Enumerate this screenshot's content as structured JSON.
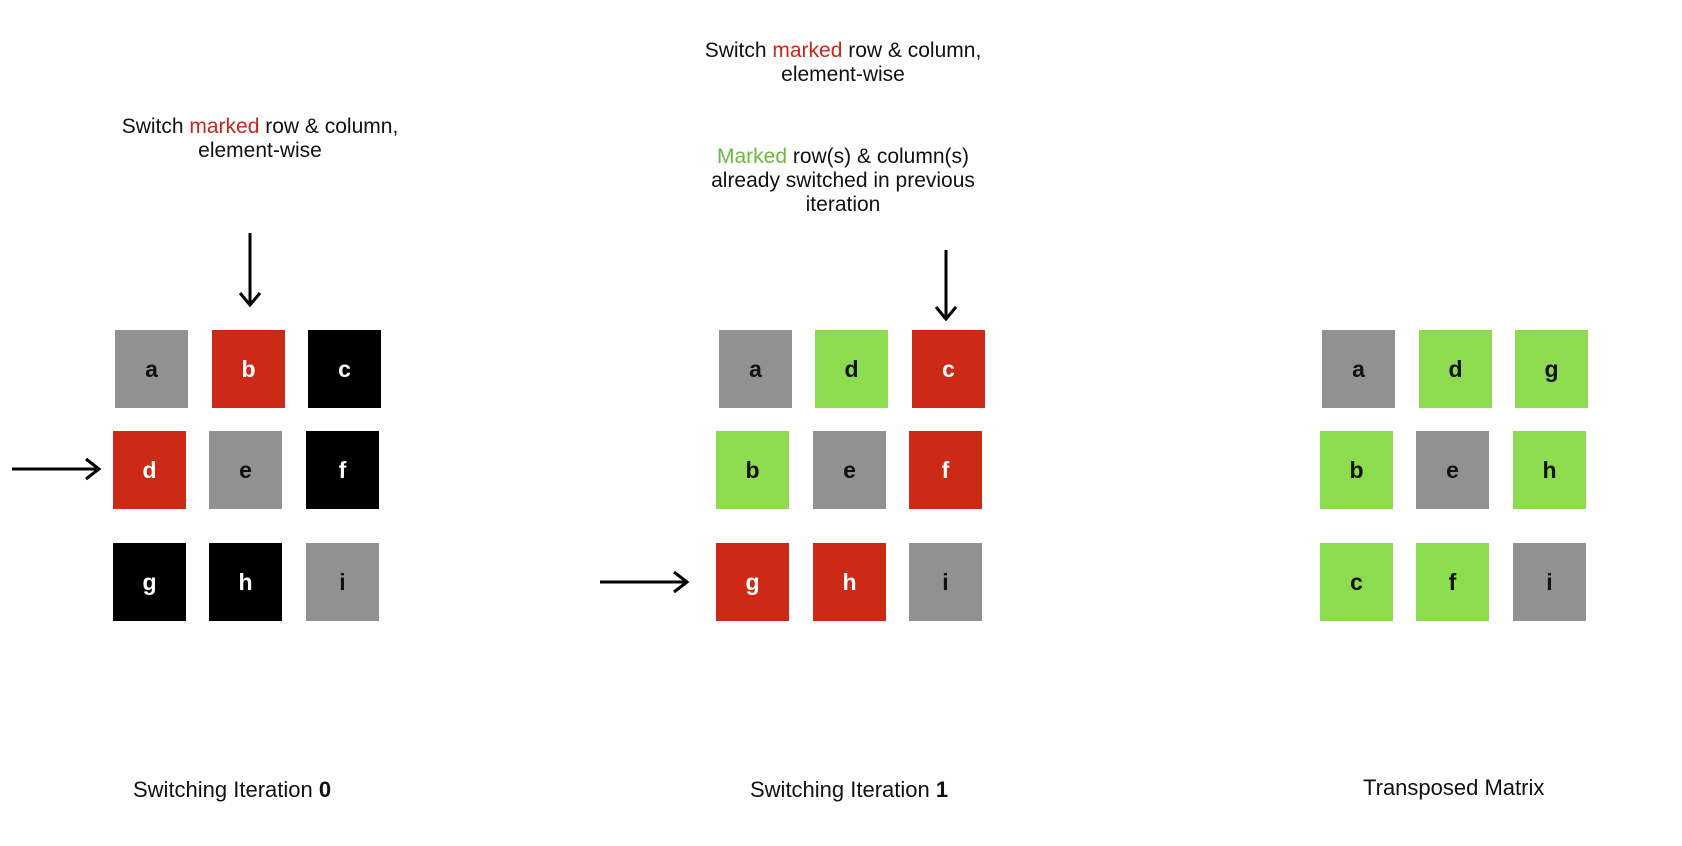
{
  "notes": {
    "switch": {
      "prefix": "Switch ",
      "highlight": "marked",
      "suffix": " row & column,",
      "line2": "element-wise"
    },
    "already": {
      "highlight": "Marked",
      "suffix": " row(s) & column(s)",
      "line2": "already switched in previous",
      "line3": "iteration"
    }
  },
  "colors": {
    "gray": "#919191",
    "red": "#cc2916",
    "black": "#000000",
    "green": "#8ddb4f",
    "red_text": "#c8281a",
    "green_text": "#6cb83a"
  },
  "panels": [
    {
      "caption_text": "Switching Iteration ",
      "caption_bold": "0",
      "cells": [
        {
          "label": "a",
          "color": "gray"
        },
        {
          "label": "b",
          "color": "red"
        },
        {
          "label": "c",
          "color": "black"
        },
        {
          "label": "d",
          "color": "red"
        },
        {
          "label": "e",
          "color": "gray"
        },
        {
          "label": "f",
          "color": "black"
        },
        {
          "label": "g",
          "color": "black"
        },
        {
          "label": "h",
          "color": "black"
        },
        {
          "label": "i",
          "color": "gray"
        }
      ]
    },
    {
      "caption_text": "Switching Iteration ",
      "caption_bold": "1",
      "cells": [
        {
          "label": "a",
          "color": "gray"
        },
        {
          "label": "d",
          "color": "green"
        },
        {
          "label": "c",
          "color": "red"
        },
        {
          "label": "b",
          "color": "green"
        },
        {
          "label": "e",
          "color": "gray"
        },
        {
          "label": "f",
          "color": "red"
        },
        {
          "label": "g",
          "color": "red"
        },
        {
          "label": "h",
          "color": "red"
        },
        {
          "label": "i",
          "color": "gray"
        }
      ]
    },
    {
      "caption_text": "Transposed Matrix",
      "caption_bold": "",
      "cells": [
        {
          "label": "a",
          "color": "gray"
        },
        {
          "label": "d",
          "color": "green"
        },
        {
          "label": "g",
          "color": "green"
        },
        {
          "label": "b",
          "color": "green"
        },
        {
          "label": "e",
          "color": "gray"
        },
        {
          "label": "h",
          "color": "green"
        },
        {
          "label": "c",
          "color": "green"
        },
        {
          "label": "f",
          "color": "green"
        },
        {
          "label": "i",
          "color": "gray"
        }
      ]
    }
  ]
}
